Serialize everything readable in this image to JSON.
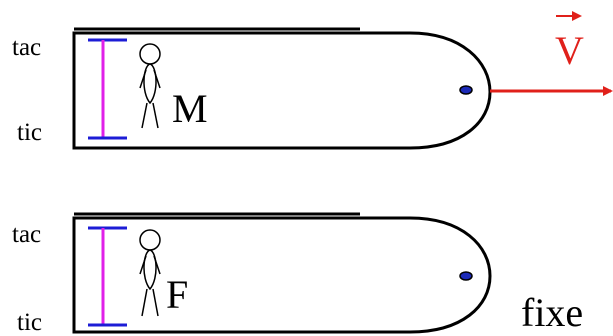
{
  "moving_train": {
    "tac_label": "tac",
    "tic_label": "tic",
    "observer_label": "M",
    "velocity_label": "V",
    "velocity_color": "#e0201a"
  },
  "fixed_train": {
    "tac_label": "tac",
    "tic_label": "tic",
    "observer_label": "F",
    "status_label": "fixe"
  },
  "colors": {
    "mirror": "#1c1cd6",
    "light_path": "#e020e8",
    "train_outline": "#000000",
    "dot_fill": "#1c2ab8"
  }
}
